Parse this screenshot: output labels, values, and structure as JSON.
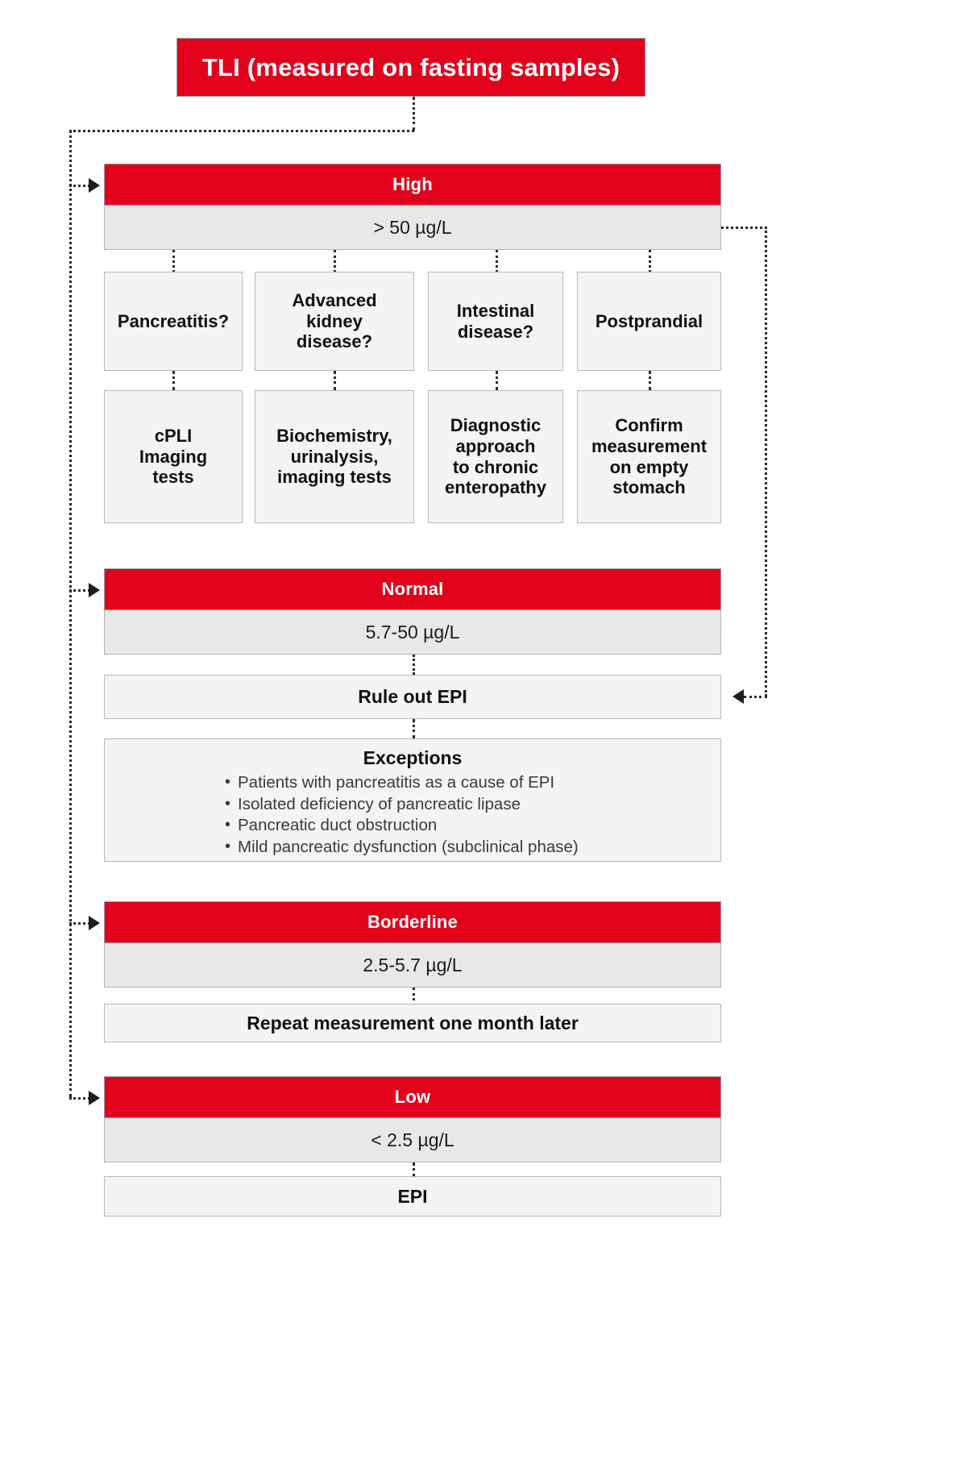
{
  "diagram": {
    "title": "TLI (measured on fasting samples)",
    "accent_color": "#E2021B",
    "band_color": "#e8e8e8",
    "box_color": "#f4f4f4"
  },
  "sections": {
    "high": {
      "label": "High",
      "range": "> 50 µg/L",
      "questions": [
        "Pancreatitis?",
        "Advanced\nkidney\ndisease?",
        "Intestinal\ndisease?",
        "Postprandial"
      ],
      "actions": [
        "cPLI\nImaging\ntests",
        "Biochemistry,\nurinalysis,\nimaging tests",
        "Diagnostic\napproach\nto chronic\nenteropathy",
        "Confirm\nmeasurement\non empty\nstomach"
      ]
    },
    "normal": {
      "label": "Normal",
      "range": "5.7-50 µg/L",
      "action": "Rule out EPI",
      "exceptions_title": "Exceptions",
      "exceptions": [
        "Patients with pancreatitis as a cause of EPI",
        "Isolated deficiency of pancreatic lipase",
        "Pancreatic duct obstruction",
        "Mild pancreatic dysfunction (subclinical phase)"
      ]
    },
    "borderline": {
      "label": "Borderline",
      "range": "2.5-5.7 µg/L",
      "action": "Repeat measurement one month later"
    },
    "low": {
      "label": "Low",
      "range": "< 2.5 µg/L",
      "action": "EPI"
    }
  }
}
